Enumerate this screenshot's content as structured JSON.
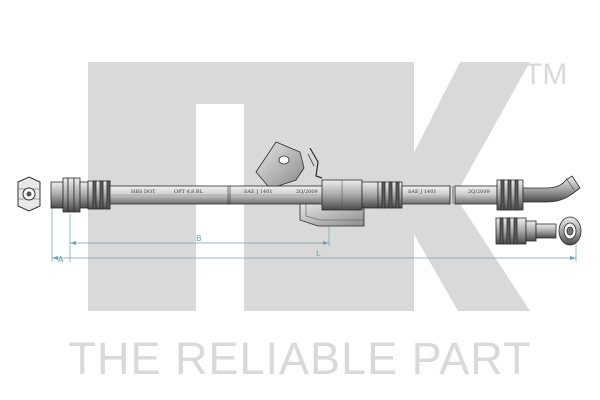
{
  "logo": {
    "wordmark": "nk",
    "trademark": "TM",
    "color": "#d9d9d9"
  },
  "slogan": "THE RELIABLE PART",
  "hose": {
    "labels": [
      {
        "id": "marking-dot",
        "text": "HBS DOT"
      },
      {
        "id": "marking-option",
        "text": "OPT 4.8 BL"
      },
      {
        "id": "marking-sae-1",
        "text": "SAE J 1401"
      },
      {
        "id": "marking-date-1",
        "text": "2Q/2009"
      },
      {
        "id": "marking-sae-2",
        "text": "SAE J 1401"
      },
      {
        "id": "marking-date-2",
        "text": "2Q/2009"
      }
    ]
  },
  "dimensions": {
    "a": "A",
    "b": "B",
    "l": "L",
    "line_color": "#6fa3ab"
  }
}
